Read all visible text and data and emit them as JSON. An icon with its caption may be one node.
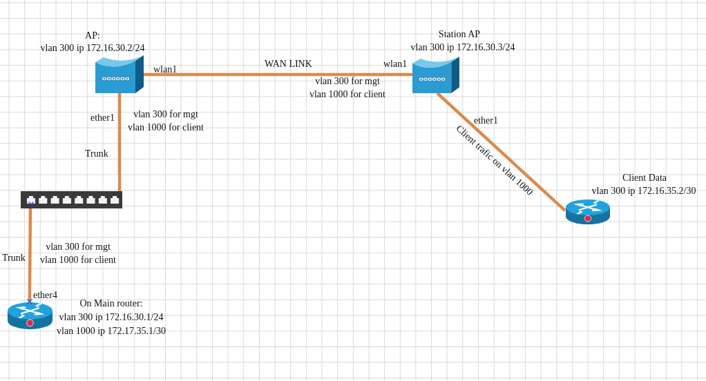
{
  "diagram": {
    "nodes": [
      {
        "text": [],
        "shape": "picture",
        "beside": [
          "AP:",
          "vlan 300 ip 172.16.30.2/24",
          "wlan1",
          "ether1"
        ]
      },
      {
        "text": [],
        "shape": "picture",
        "beside": [
          "Station AP",
          "vlan 300 ip 172.16.30.3/24",
          "wlan1",
          "ether1"
        ]
      },
      {
        "text": [],
        "shape": "picture"
      },
      {
        "text": [],
        "shape": "picture",
        "beside": [
          "Client Data",
          "vlan 300 ip 172.16.35.2/30"
        ]
      },
      {
        "text": [],
        "shape": "picture",
        "beside": [
          "On Main router:",
          "vlan 300 ip 172.16.30.1/24",
          "vlan 1000 ip 172.17.35.1/30",
          "ether4"
        ]
      }
    ],
    "edges": [
      {
        "from": 0,
        "to": 1,
        "arrow": "none",
        "label": "WAN LINK"
      },
      {
        "from": 0,
        "to": 2,
        "arrow": "none",
        "label": "Trunk"
      },
      {
        "from": 1,
        "to": 3,
        "arrow": "none",
        "label": "Client trafic on vlan 1000"
      },
      {
        "from": 2,
        "to": 4,
        "arrow": "none",
        "label": "Trunk"
      }
    ],
    "labels": [
      "vlan 300 for mgt vlan 1000 for client",
      "vlan 300 for mgt vlan 1000 for client",
      "vlan 300 for mgt vlan 1000 for client"
    ]
  }
}
